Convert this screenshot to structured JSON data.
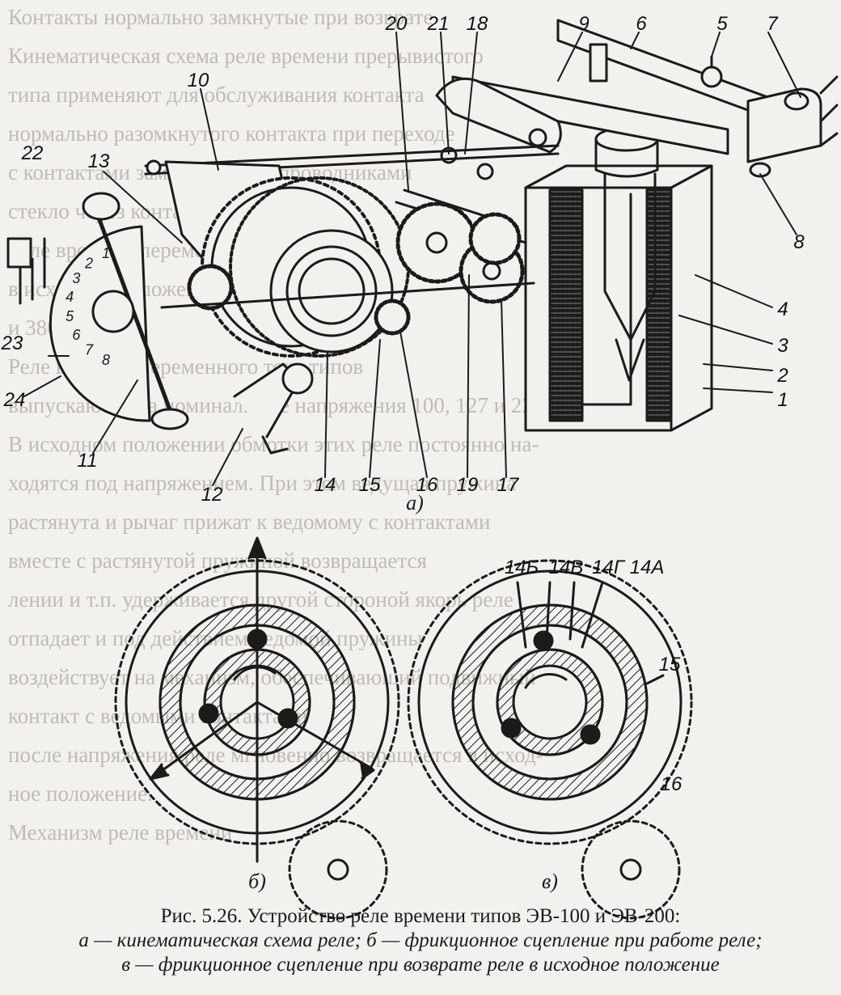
{
  "background_text": [
    "Контакты нормально замкнутые при возврате",
    "Кинематическая схема реле времени прерывистого",
    "типа применяют для обслуживания контакта",
    "нормально разомкнутого контакта при переходе",
    "с контактами замыкающими проводниками",
    "стекло через контакты",
    "Реле времени переменного тока",
    "в исходном положении пружина",
    "и 380 В.",
    "Реле времени переменного тока типов",
    "выпускаются на номинальные напряжения 100, 127 и 220 В.",
    "В исходном положении обмотки этих реле постоянно на-",
    "ходятся под напряжением. При этом ведущая пружина",
    "растянута и рычаг прижат к ведомому с контактами",
    "вместе с растянутой пружиной возвращается",
    "лении и т.п. удерживается другой стороной якорь реле",
    "отпадает и под действием ведомой пружины",
    "воздействует на механизм, обеспечивающий подвижный",
    "контакт с ведомыми контактами",
    "после напряжения реле мгновенно возвращается в исход-",
    "ное положение.",
    "Механизм реле времени"
  ],
  "callouts": {
    "n1": "1",
    "n2": "2",
    "n3": "3",
    "n4": "4",
    "n5": "5",
    "n6": "6",
    "n7": "7",
    "n8": "8",
    "n9": "9",
    "n10": "10",
    "n11": "11",
    "n12": "12",
    "n13": "13",
    "n14": "14",
    "n15": "15",
    "n16": "16",
    "n17": "17",
    "n18": "18",
    "n19": "19",
    "n20": "20",
    "n21": "21",
    "n22": "22",
    "n23": "23",
    "n24": "24",
    "n14b": "14Б",
    "n14v": "14В",
    "n14g": "14Г",
    "n14a": "14А",
    "n15b": "15",
    "n16b": "16"
  },
  "scale_digits": [
    "1",
    "2",
    "3",
    "4",
    "5",
    "6",
    "7",
    "8"
  ],
  "sublabels": {
    "a": "а)",
    "b": "б)",
    "v": "в)"
  },
  "caption": {
    "title": "Рис. 5.26. Устройство реле времени типов ЭВ-100 и ЭВ-200:",
    "line2": "а — кинематическая схема реле; б — фрикционное сцепление при работе реле;",
    "line3": "в — фрикционное сцепление при возврате реле в исходное положение"
  }
}
